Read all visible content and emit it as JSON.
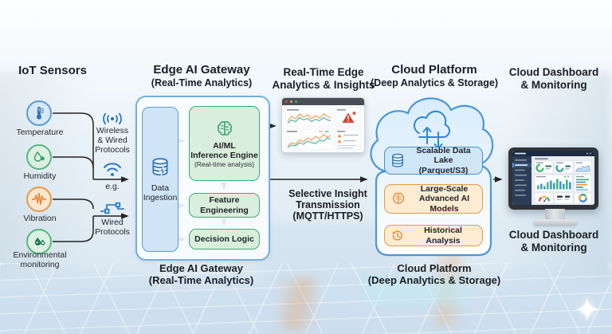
{
  "headings": {
    "iot_sensors": "IoT Sensors",
    "edge_gateway_line1": "Edge AI Gateway",
    "edge_gateway_line2": "(Real-Time Analytics)",
    "realtime_insights": "Real-Time Edge\nAnalytics & Insights",
    "cloud_platform_line1": "Cloud Platform",
    "cloud_platform_line2": "(Deep Analytics & Storage)",
    "cloud_dashboard": "Cloud Dashboard\n& Monitoring"
  },
  "sensors": {
    "items": [
      {
        "label": "Temperature",
        "icon": "thermometer-icon"
      },
      {
        "label": "Humidity",
        "icon": "humidity-icon"
      },
      {
        "label": "Vibration",
        "icon": "vibration-icon"
      },
      {
        "label": "Environmental\nmonitoring",
        "icon": "environment-icon"
      }
    ]
  },
  "protocols": {
    "wireless_label": "Wireless\n& Wired\nProtocols",
    "eg_label": "e.g.",
    "wired_label": "Wired\nProtocols"
  },
  "edge_gateway": {
    "data_ingestion": "Data\nIngestion",
    "inference_title": "AI/ML\nInference Engine",
    "inference_subtitle": "(Real-time analysis)",
    "feature_engineering": "Feature\nEngineering",
    "decision_logic": "Decision Logic",
    "caption": "Edge AI Gateway\n(Real-Time Analytics)"
  },
  "transmission": {
    "label": "Selective Insight\nTransmission\n(MQTT/HTTPS)"
  },
  "cloud": {
    "data_lake": "Scalable Data Lake\n(Parquet/S3)",
    "ai_models": "Large-Scale\nAdvanced AI Models",
    "historical": "Historical Analysis",
    "caption": "Cloud Platform\n(Deep Analytics & Storage)"
  },
  "dashboard": {
    "caption": "Cloud Dashboard\n& Monitoring"
  },
  "colors": {
    "accent_blue": "#4a94d8",
    "light_blue_fill": "#cfe4f6",
    "green_border": "#43a877",
    "green_fill": "#d9efdc",
    "orange_border": "#e09a4b",
    "orange_fill": "#fdebd2",
    "icon_blue": "#2e75b6",
    "icon_green": "#35a06b",
    "icon_dark_green": "#1e7a4e",
    "icon_orange": "#e8883a",
    "alert_red": "#d6402f",
    "connector": "#232323"
  }
}
